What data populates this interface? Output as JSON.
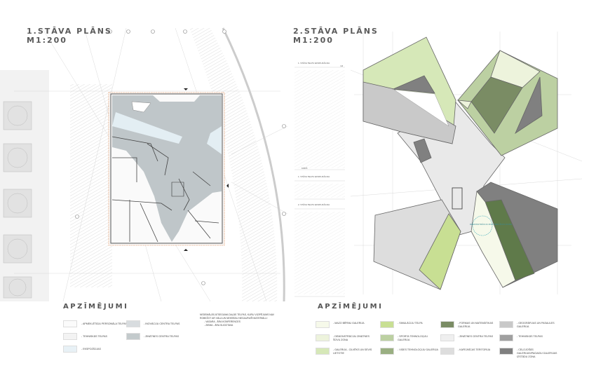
{
  "left_plan": {
    "title": "1.STĀVA PLĀNS",
    "scale": "M1:200"
  },
  "right_plan": {
    "title": "2.STĀVA PLĀNS",
    "scale": "M1:200"
  },
  "schedule": {
    "floor1_header": "1. STĀVA TELPU EKSPLIKĀCIJA",
    "floor1b_header": "1. STĀVA TELPU EKSPLIKĀCIJA",
    "floor2_header": "2. STĀVA TELPU EKSPLIKĀCIJA",
    "area_unit": "m2",
    "total_label": "KOPĀ"
  },
  "left_legend": {
    "title": "APZĪMĒJUMI",
    "items": [
      {
        "label": "- APMEKLĒTĀJU PERSONĀLA TELPAS",
        "color": "#fbfbfb"
      },
      {
        "label": "- TEHNISKĀS TELPAS",
        "color": "#f3f3f3"
      },
      {
        "label": "- EKSPOZĪCIJAS",
        "color": "#e8f1f6"
      },
      {
        "label": "- INOVĀCIJU CENTRA TELPAS",
        "color": "#d8dcdf"
      },
      {
        "label": "- ZINĀTNES CENTRA TELPAS",
        "color": "#c3cacc"
      }
    ],
    "note_lines": [
      "NEDEMĀLĀS ATSEGUMA DAĻĀS TELPAS, KURU VIZIPĒJUMS NAV",
      "ROBEŽOT AR VĀLA UN NEKRĀSU NEGAURUŠĪ MATERIĀLU:",
      "- VASARA - ĀRA KONFERENCES",
      "- ZIEMA - ĀRA SLIDOTAVA"
    ]
  },
  "right_legend": {
    "title": "APZĪMĒJUMI",
    "items": [
      {
        "label": "- MAZO BĒRNU GALERIJA",
        "color": "#f6f9ea"
      },
      {
        "label": "- DEMONSTRĀCIJU ZINĀTNES ŠOVU ZONA",
        "color": "#edf3dc"
      },
      {
        "label": "- GALERIJA - CILVĒKS UN SEVIS LIETOTIE",
        "color": "#d6e8b8"
      },
      {
        "label": "- SIMULĀCIJU TELPA",
        "color": "#c8df93"
      },
      {
        "label": "- SPORTA TEHNOLOĢIJU GALERIJA",
        "color": "#bcd0a2"
      },
      {
        "label": "- VIDES TEHNOLOĢIJU GALERIJA",
        "color": "#9aaf82"
      },
      {
        "label": "- FORMAS UN MATEMĀTIKAS GALERIJA",
        "color": "#7a8c64"
      },
      {
        "label": "- ZINĀTNES CENTRA TELPAS",
        "color": "#efefef"
      },
      {
        "label": "- KAFEJNĪCAS TERITORIJA",
        "color": "#dddddd"
      },
      {
        "label": "- GEOGRĀFIJAS UN PASAULES GALERIJA",
        "color": "#c8c8c8"
      },
      {
        "label": "- TEHNISKĀS TELPAS",
        "color": "#a0a0a0"
      },
      {
        "label": "- CEĻOJOŠĀS GALERIJAS/PAGAIDU GALERIJAS IZSTĀDU ZONA",
        "color": "#808080"
      }
    ]
  },
  "annotation": "DEMONSTRĀCIJU ZINĀTNES ŠOVU ZONA",
  "colors": {
    "outline": "#555555",
    "site": "#e6e6e6",
    "core": "#bcc3c7"
  }
}
